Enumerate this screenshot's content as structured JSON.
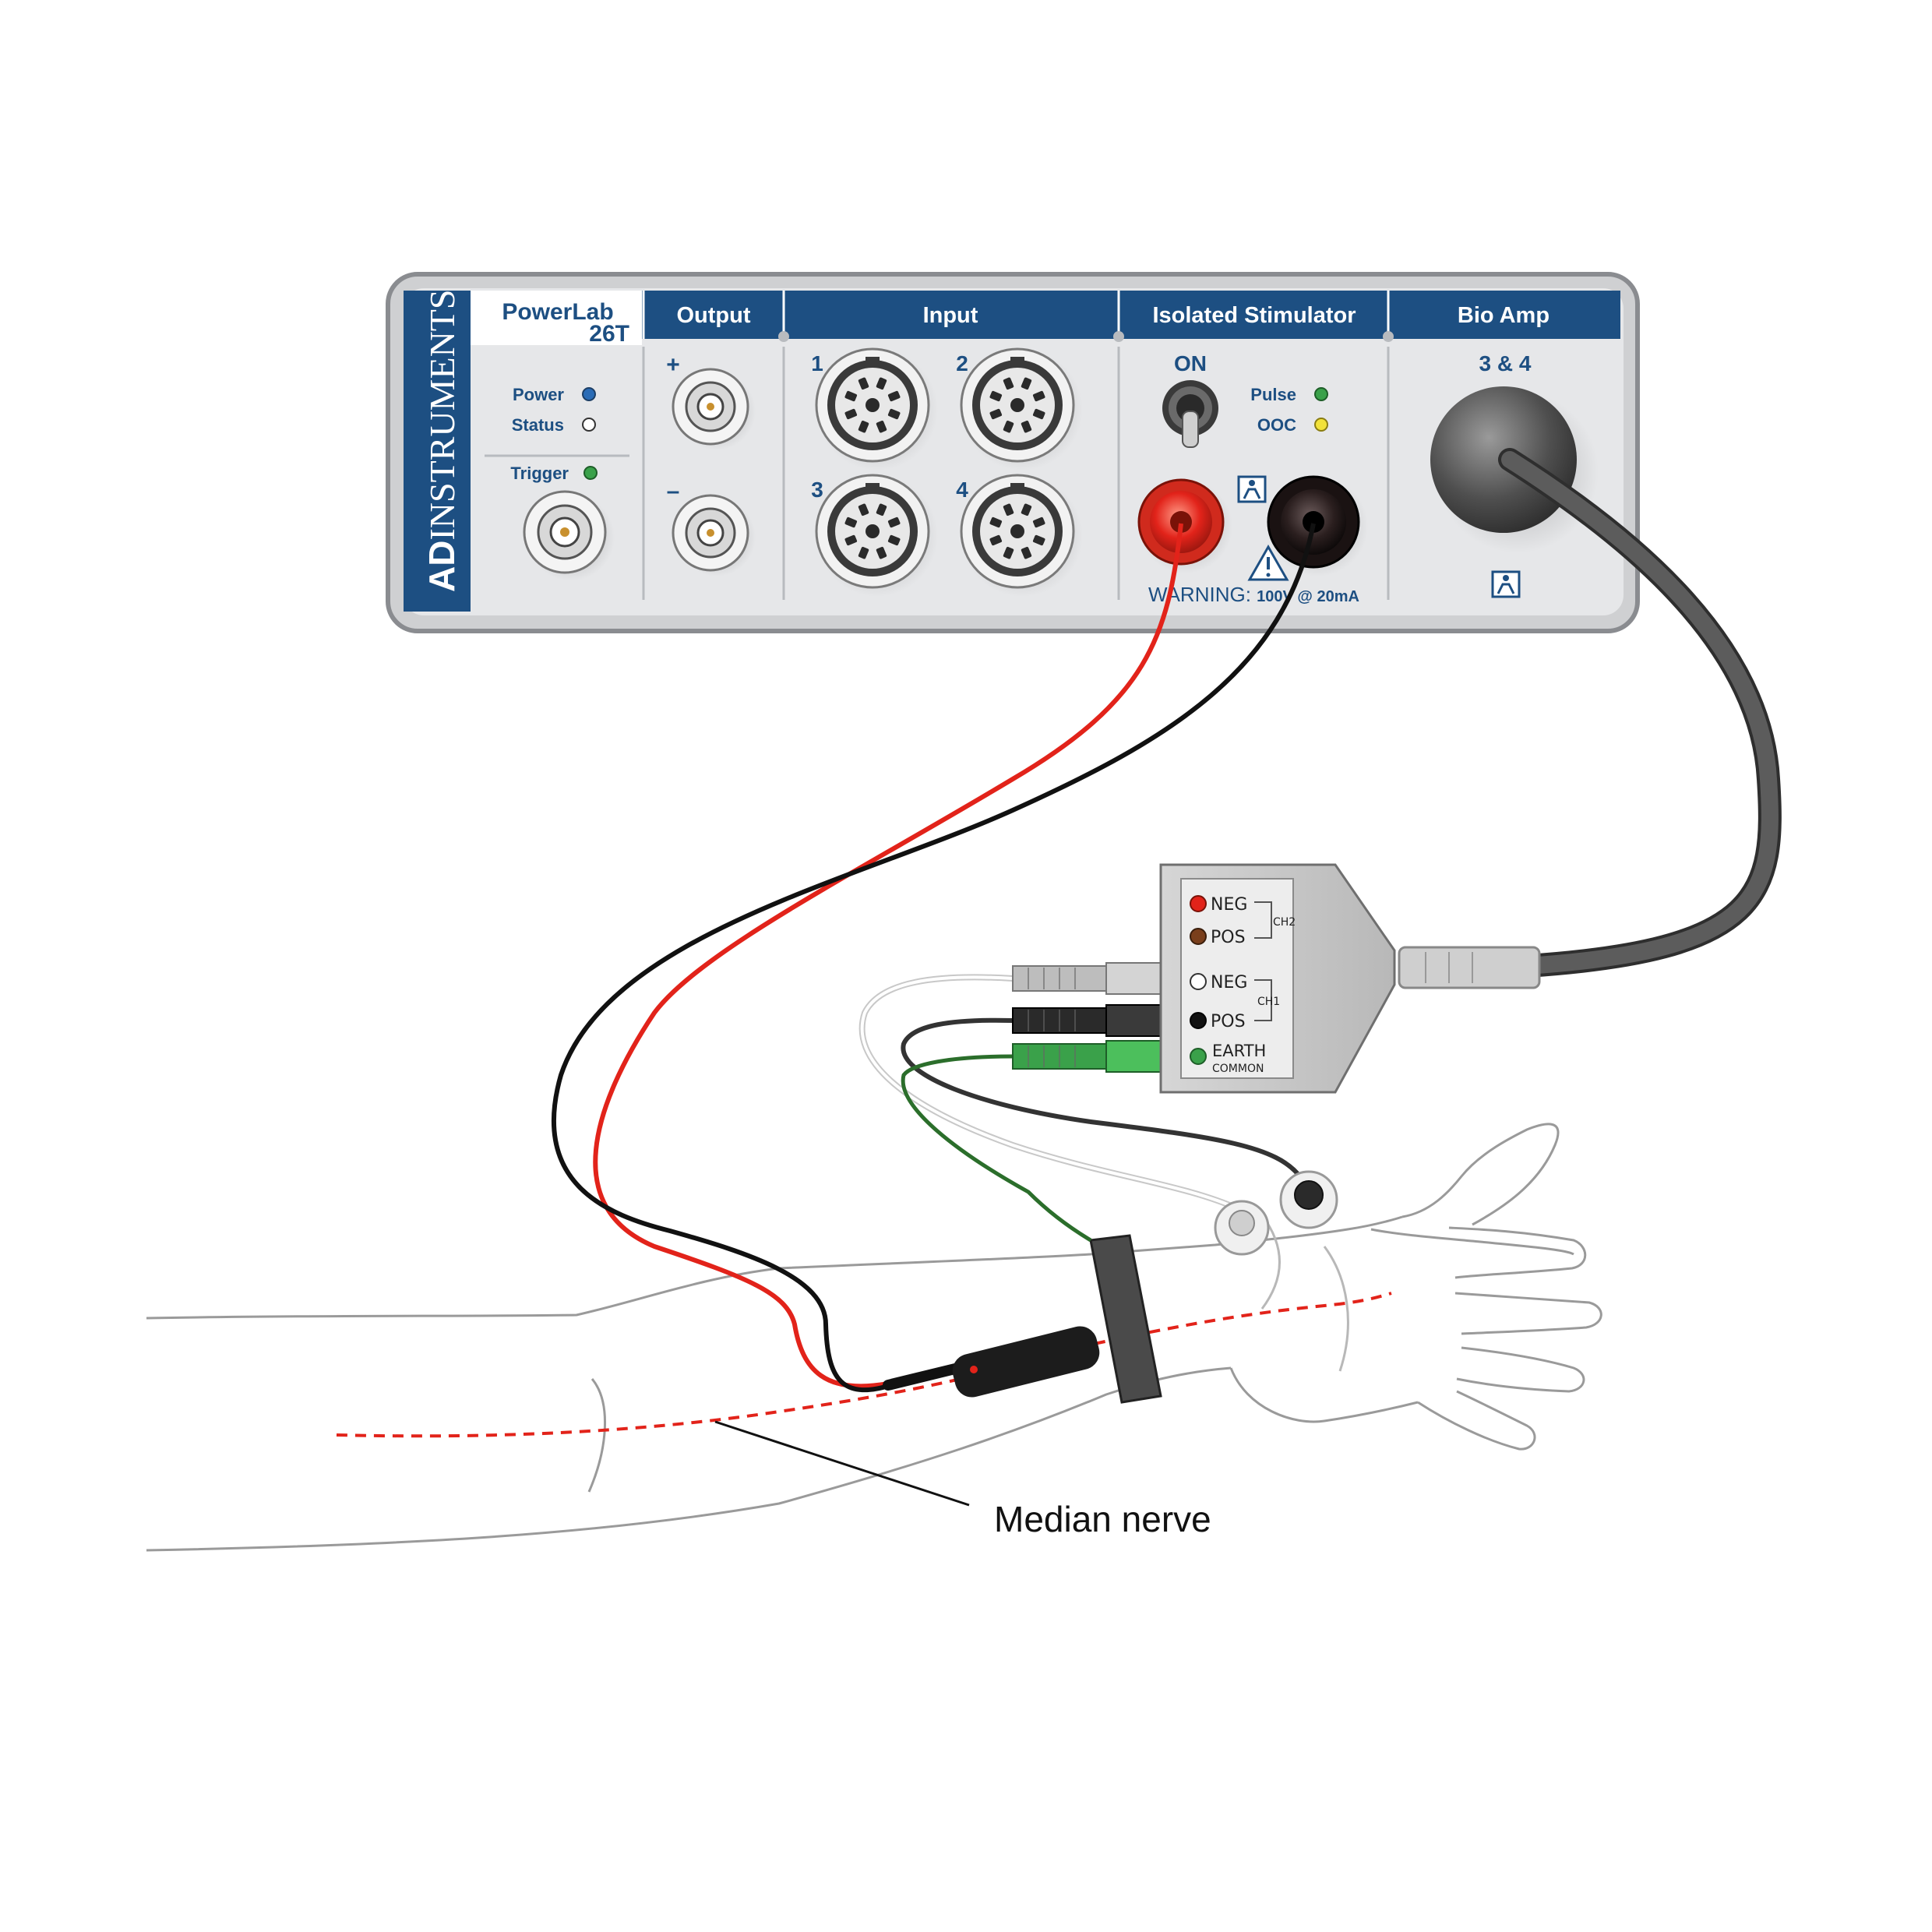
{
  "device": {
    "brand_bold": "AD",
    "brand_rest": "INSTRUMENTS",
    "model_line1": "PowerLab",
    "model_line2": "26T",
    "sections": {
      "output": "Output",
      "input": "Input",
      "stimulator": "Isolated Stimulator",
      "bioamp": "Bio Amp"
    },
    "indicators": {
      "power": "Power",
      "status": "Status",
      "trigger": "Trigger",
      "pulse": "Pulse",
      "ooc": "OOC"
    },
    "output_plus": "+",
    "output_minus": "–",
    "inputs": [
      "1",
      "2",
      "3",
      "4"
    ],
    "switch_label": "ON",
    "bioamp_channels": "3 & 4",
    "warning_prefix": "WARNING: ",
    "warning_value": "100V @ 20mA"
  },
  "pod": {
    "ch2_neg": "NEG",
    "ch2_pos": "POS",
    "ch2": "CH2",
    "ch1_neg": "NEG",
    "ch1_pos": "POS",
    "ch1": "CH1",
    "earth": "EARTH",
    "common": "COMMON"
  },
  "annotation": "Median nerve",
  "colors": {
    "panel_blue": "#1d4f82",
    "red_lead": "#e2231a",
    "green_lead": "#2e9e3b",
    "cable_grey": "#5a5a5a"
  }
}
